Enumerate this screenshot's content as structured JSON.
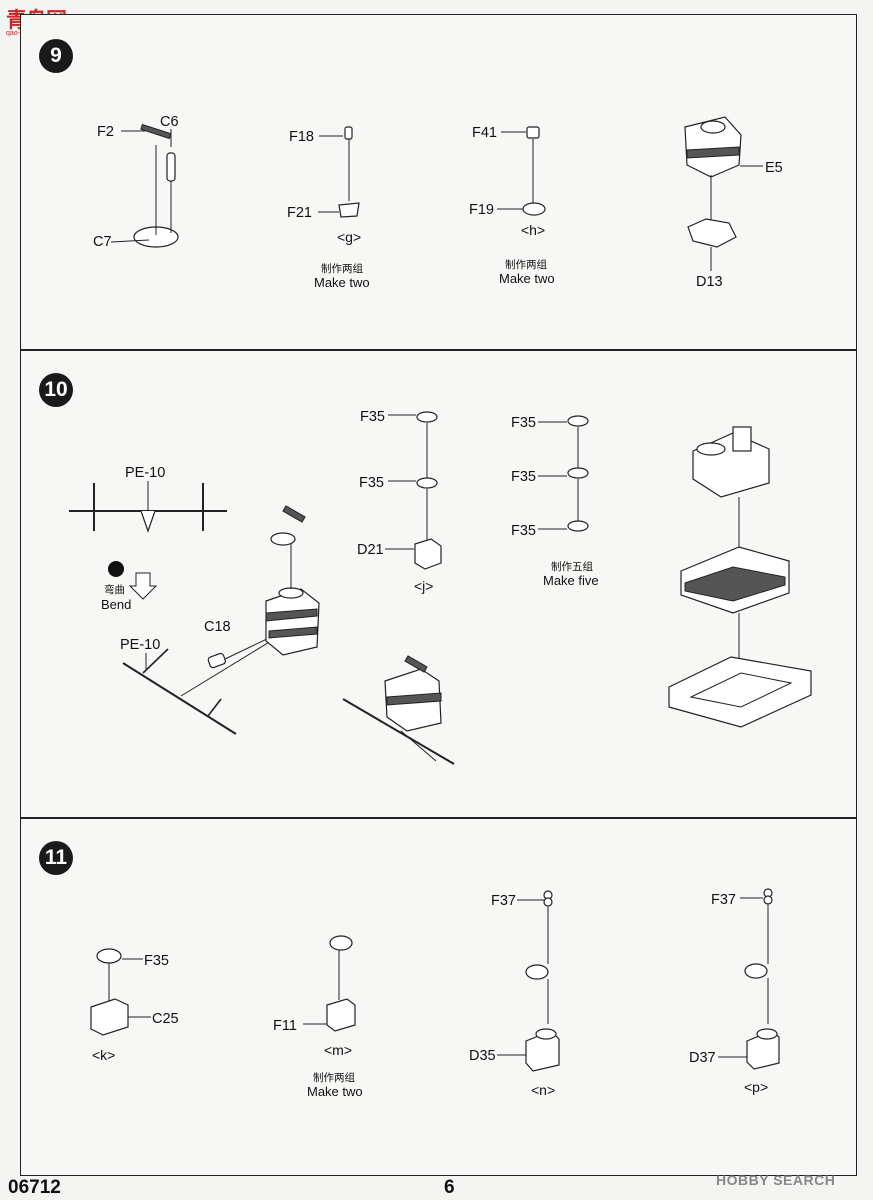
{
  "header": {
    "site_logo": "青岛网",
    "site_url": "qao-shou.com"
  },
  "step9": {
    "number": "9",
    "labels": {
      "F2": "F2",
      "C6": "C6",
      "C7": "C7",
      "F18": "F18",
      "F21": "F21",
      "g": "<g>",
      "F41": "F41",
      "F19": "F19",
      "h": "<h>",
      "E5": "E5",
      "D13": "D13"
    },
    "g_note_cn": "制作两组",
    "g_note_en": "Make two",
    "h_note_cn": "制作两组",
    "h_note_en": "Make two"
  },
  "step10": {
    "number": "10",
    "labels": {
      "PE10a": "PE-10",
      "PE10b": "PE-10",
      "C18": "C18",
      "F35a": "F35",
      "F35b": "F35",
      "D21": "D21",
      "j": "<j>",
      "F35c": "F35",
      "F35d": "F35",
      "F35e": "F35"
    },
    "bend_cn": "弯曲",
    "bend_en": "Bend",
    "five_cn": "制作五组",
    "five_en": "Make five"
  },
  "step11": {
    "number": "11",
    "labels": {
      "F35": "F35",
      "C25": "C25",
      "k": "<k>",
      "F11": "F11",
      "m": "<m>",
      "F37a": "F37",
      "D35": "D35",
      "n": "<n>",
      "F37b": "F37",
      "D37": "D37",
      "p": "<p>"
    },
    "m_note_cn": "制作两组",
    "m_note_en": "Make two"
  },
  "footer": {
    "code": "06712",
    "page": "6",
    "watermark": "HOBBY SEARCH"
  }
}
